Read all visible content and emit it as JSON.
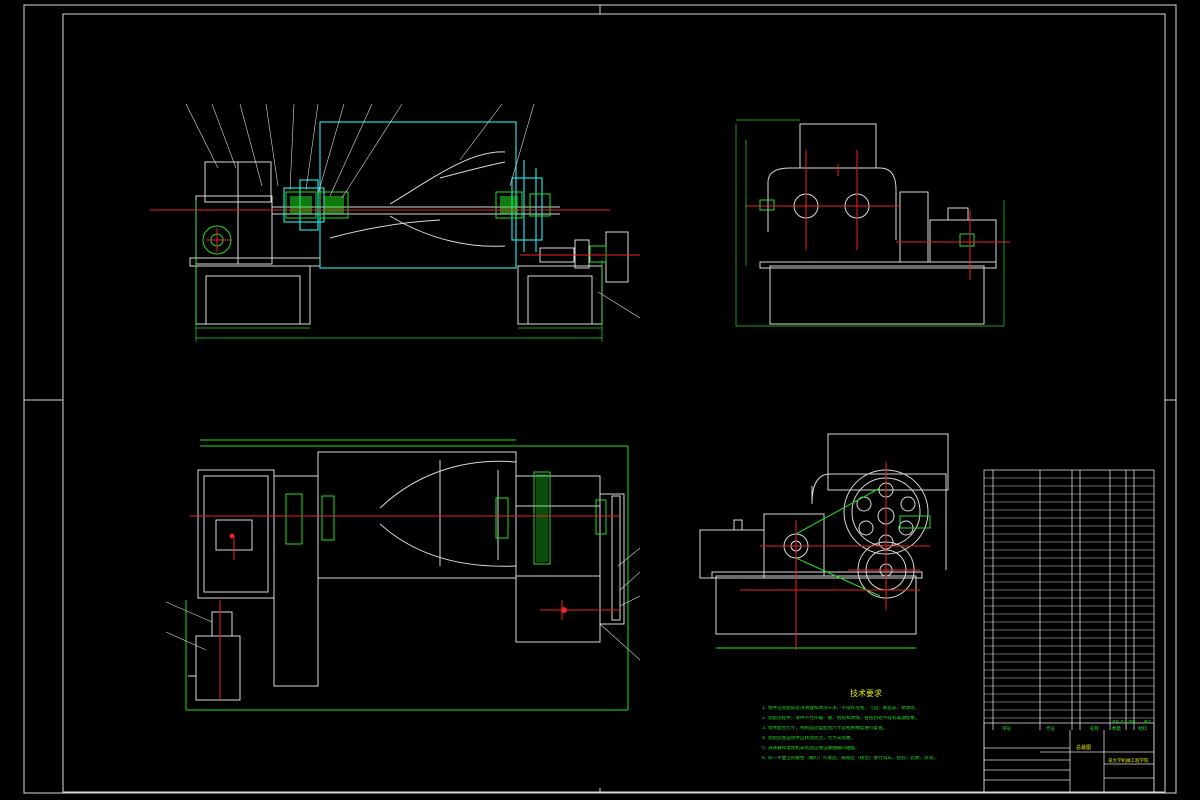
{
  "title_block": {
    "header_seq": "序号",
    "header_code": "代号",
    "header_name": "名称",
    "header_qty": "数量",
    "header_material": "材料",
    "header_weight": "单件 总计 重量",
    "header_remark": "备注",
    "drawing_name": "总装图",
    "company": "某大学机械工程学院"
  },
  "tech_requirements": {
    "title": "技术要求",
    "lines": [
      "1. 零件在装配前必须清理和清洗干净，不得有毛刺、飞边、氧化皮、锈蚀等。",
      "2. 装配过程中，零件不允许磕、碰、划伤和锈蚀，各密封处不得有漏油现象。",
      "3. 零件配合尺寸，特别是过盈配合尺寸及相关精度进行复查。",
      "4. 装配后各运动件应转动灵活，无卡滞现象。",
      "5. 减速器和电动机安装后应保证联轴器同轴度。",
      "6. 同一平面上的螺栓（螺钉）拧紧后，按规定（规范）进行试车，检验、验收、涂漆。"
    ]
  }
}
